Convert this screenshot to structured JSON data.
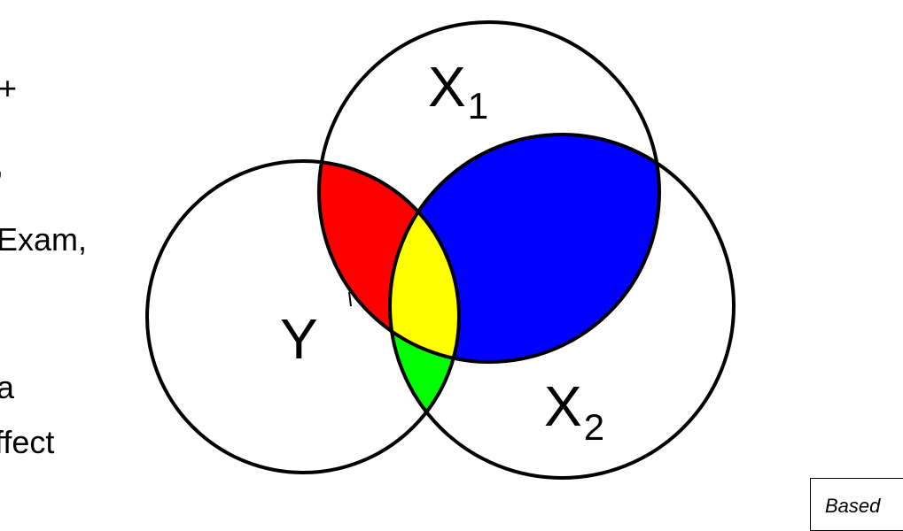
{
  "left_text": {
    "fragments": [
      "+",
      ",",
      "Exam,",
      "a",
      "ffect"
    ]
  },
  "venn": {
    "circles": [
      {
        "id": "Y",
        "label": "Y",
        "subscript": ""
      },
      {
        "id": "X1",
        "label": "X",
        "subscript": "1"
      },
      {
        "id": "X2",
        "label": "X",
        "subscript": "2"
      }
    ],
    "regions": {
      "y_x1_only": "#ff0000",
      "x1_x2_only": "#0000ff",
      "y_x1_x2": "#ffff00",
      "y_x2_only": "#00ff00"
    }
  },
  "source_note": {
    "text": "Based"
  }
}
